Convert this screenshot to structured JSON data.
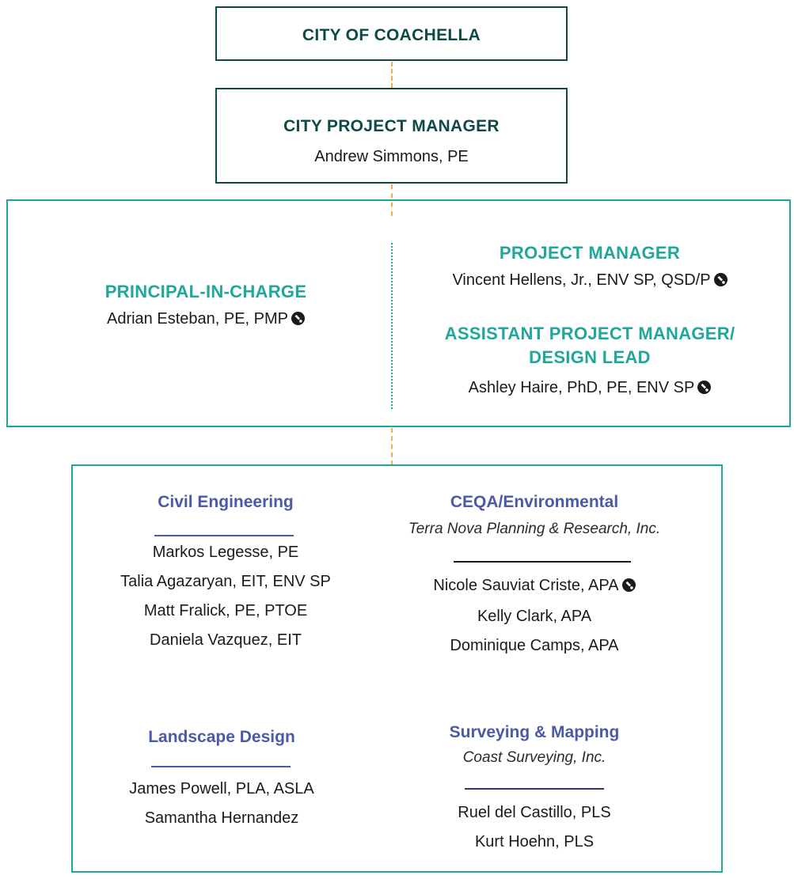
{
  "city": {
    "title": "CITY OF COACHELLA"
  },
  "city_pm": {
    "title": "CITY PROJECT MANAGER",
    "name": "Andrew Simmons, PE"
  },
  "leadership": {
    "principal": {
      "title": "PRINCIPAL-IN-CHARGE",
      "name": "Adrian Esteban, PE, PMP"
    },
    "pm": {
      "title": "PROJECT MANAGER",
      "name": "Vincent Hellens, Jr., ENV SP, QSD/P"
    },
    "apm": {
      "title_line1": "ASSISTANT PROJECT MANAGER/",
      "title_line2": "DESIGN LEAD",
      "name": "Ashley Haire, PhD, PE, ENV SP"
    }
  },
  "disciplines": {
    "civil": {
      "title": "Civil Engineering",
      "members": [
        "Markos Legesse, PE",
        "Talia Agazaryan, EIT, ENV SP",
        "Matt Fralick, PE, PTOE",
        "Daniela Vazquez, EIT"
      ]
    },
    "ceqa": {
      "title": "CEQA/Environmental",
      "firm": "Terra Nova Planning & Research, Inc.",
      "members": [
        "Nicole Sauviat Criste, APA",
        "Kelly Clark, APA",
        "Dominique Camps, APA"
      ]
    },
    "landscape": {
      "title": "Landscape Design",
      "members": [
        "James Powell, PLA, ASLA",
        "Samantha Hernandez"
      ]
    },
    "survey": {
      "title": "Surveying & Mapping",
      "firm": "Coast Surveying, Inc.",
      "members": [
        "Ruel del Castillo, PLS",
        "Kurt Hoehn, PLS"
      ]
    }
  },
  "colors": {
    "dark_green": "#0d4a45",
    "teal": "#20a79c",
    "blue": "#4a5aa8",
    "gold_connector": "#e9b04d"
  },
  "icons": {
    "key_person_marker": "wrench-badge-icon"
  }
}
